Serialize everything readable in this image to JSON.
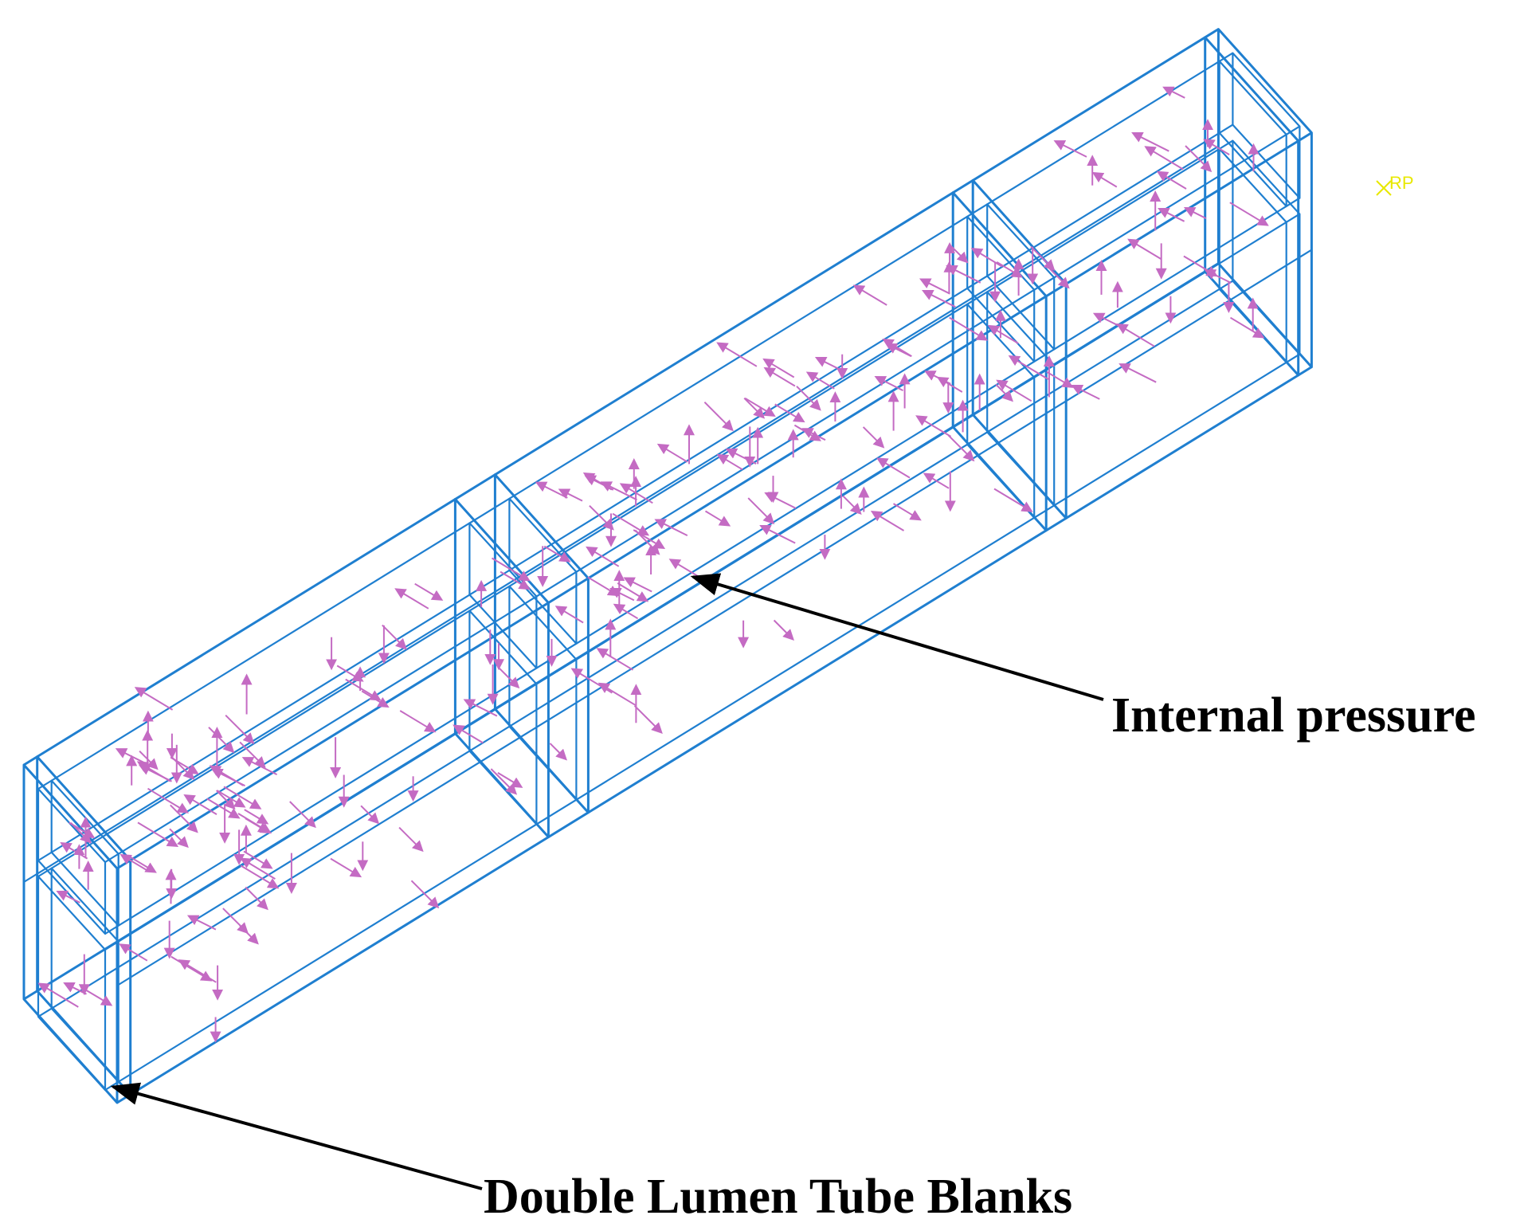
{
  "diagram": {
    "labels": {
      "internal_pressure": "Internal pressure",
      "tube_blanks": "Double Lumen Tube Blanks",
      "reference_point": "RP"
    },
    "colors": {
      "wireframe": "#1f7fd0",
      "load_arrows": "#c46bc3",
      "leader_lines": "#000000",
      "reference_point": "#e8e800",
      "background": "#ffffff"
    }
  }
}
